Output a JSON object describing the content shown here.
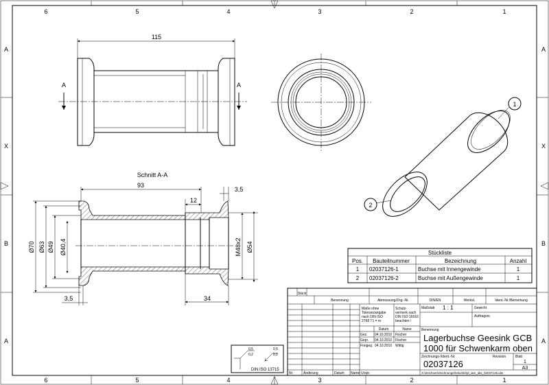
{
  "zones": {
    "columns": [
      "6",
      "5",
      "4",
      "3",
      "2",
      "1"
    ],
    "rows": [
      "A",
      "X",
      "B",
      "A"
    ]
  },
  "views": {
    "front": {
      "dim_length": "115",
      "section_mark": "A"
    },
    "section": {
      "title": "Schnitt A-A",
      "dims": {
        "d93": "93",
        "d12": "12",
        "d3_5_top": "3,5",
        "d70": "Ø70",
        "d63": "Ø63",
        "d49": "Ø49",
        "d40_4": "Ø40,4",
        "m48": "M48x2",
        "d54": "Ø54",
        "d3_5_bot": "3,5",
        "d34": "34"
      }
    },
    "iso": {
      "balloons": [
        "1",
        "2"
      ]
    }
  },
  "roughness": {
    "top": "0,5",
    "bottom": "0,2",
    "standard": "DIN ISO 13715"
  },
  "parts_list": {
    "title": "Stückliste",
    "headers": [
      "Pos.",
      "Bauteilnummer",
      "Bezeichnung",
      "Anzahl"
    ],
    "rows": [
      [
        "1",
        "02037126-1",
        "Buchse mit Innengewinde",
        "1"
      ],
      [
        "2",
        "02037126-2",
        "Buchse mit Außengewinde",
        "1"
      ]
    ]
  },
  "title_block": {
    "header": [
      "Stück",
      "Benennung",
      "Abmessung/Zng.-Nr.",
      "DIN/EN",
      "Werkst.",
      "Ident.-Nr./Bemerkung"
    ],
    "tolerance_note": [
      "Maße ohne",
      "Toleranzangabe",
      "nach DIN ISO",
      "2768 T1 = m"
    ],
    "protection_note": [
      "Schutz-",
      "vermerk nach",
      "DIN ISO 16016",
      "beachten !"
    ],
    "scale_label": "Maßstab",
    "scale_value": "1 : 1",
    "weight_label": "Gewicht",
    "order_label": "Auftragsnr.",
    "date_col": "Datum",
    "name_col": "Name",
    "sign_rows": [
      [
        "Gez.",
        "04.10.2010",
        "Fischer"
      ],
      [
        "Gepr.",
        "04.10.2010",
        "Fischer"
      ],
      [
        "Freigeg.",
        "04.10.2010",
        "Wittig"
      ]
    ],
    "designation_label": "Benennung",
    "designation": [
      "Lagerbuchse Geesink GCB",
      "1000 für Schwenkarm oben"
    ],
    "drawing_no_label": "Zeichnungs-/Ident.-Nr.",
    "drawing_no": "02037126",
    "revision_label": "Revision",
    "sheet_label": "Blatt",
    "sheet_value": "1",
    "format": "A3",
    "file_path": "X:\\Zeichner\\Zeichnungsfreiso\\02\\pl_iam_idw_02037126.idw",
    "change_cols": [
      "Nr.",
      "Änderung",
      "Datum",
      "Name",
      "Urspr."
    ]
  }
}
